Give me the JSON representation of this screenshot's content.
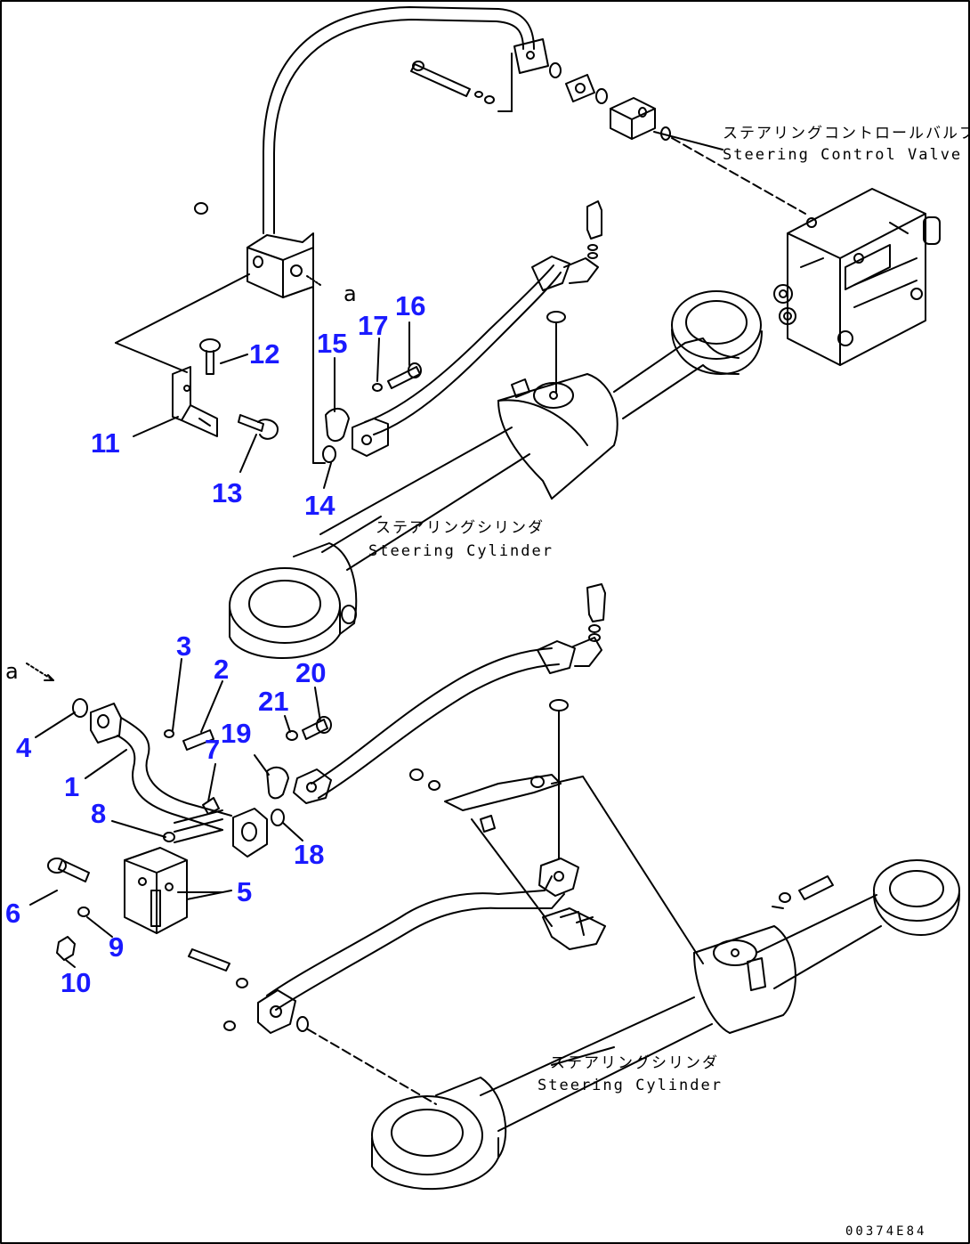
{
  "labels": {
    "scv_jp": "ステアリングコントロールバルブ",
    "scv_en": "Steering Control Valve",
    "cyl1_jp": "ステアリングシリンダ",
    "cyl1_en": "Steering Cylinder",
    "cyl2_jp": "ステアリングシリンダ",
    "cyl2_en": "Steering Cylinder",
    "ref_top": "a",
    "ref_left": "a",
    "drawing_code": "00374E84"
  },
  "callouts": [
    "1",
    "2",
    "3",
    "4",
    "5",
    "6",
    "7",
    "8",
    "9",
    "10",
    "11",
    "12",
    "13",
    "14",
    "15",
    "16",
    "17",
    "18",
    "19",
    "20",
    "21"
  ],
  "colors": {
    "callout": "#1a1aff",
    "line": "#000000",
    "background": "#ffffff"
  }
}
